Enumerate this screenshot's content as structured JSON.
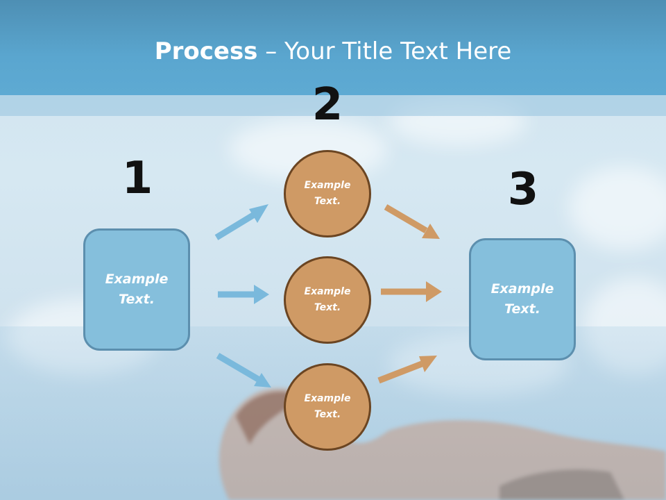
{
  "slide": {
    "title_bold": "Process",
    "title_rest": " – Your Title Text Here"
  },
  "steps": {
    "one": {
      "number": "1",
      "text": "Example Text."
    },
    "two": {
      "number": "2",
      "items": [
        {
          "text": "Example Text."
        },
        {
          "text": "Example Text."
        },
        {
          "text": "Example Text."
        }
      ]
    },
    "three": {
      "number": "3",
      "text": "Example Text."
    }
  },
  "colors": {
    "title_bar": "#5aa6cf",
    "box_fill": "#85bfdc",
    "circle_fill": "#cf9a65",
    "blue_arrow": "#7ab9dc",
    "orange_arrow": "#cf9a65"
  }
}
